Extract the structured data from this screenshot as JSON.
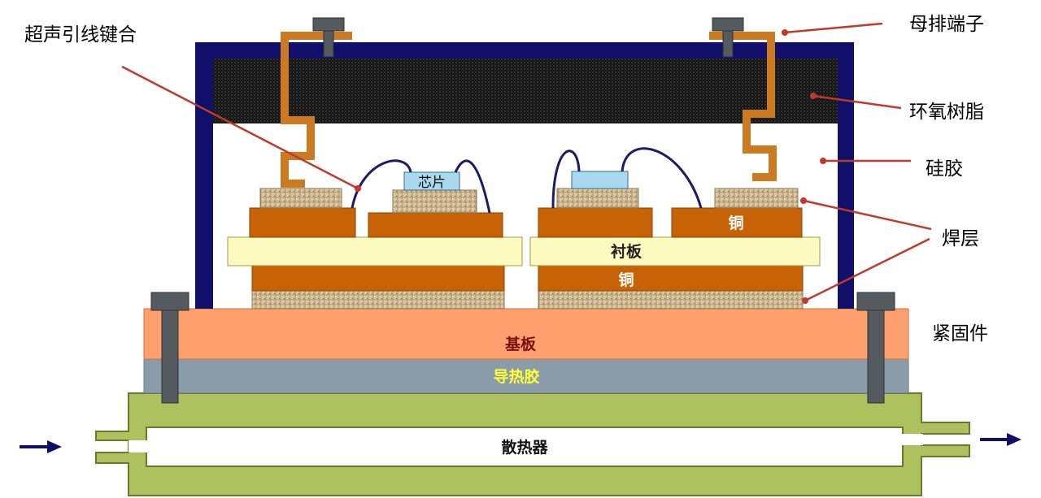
{
  "labels": {
    "ultrasonic_bonding": "超声引线键合",
    "busbar_terminal": "母排端子",
    "epoxy": "环氧树脂",
    "silicone_gel": "硅胶",
    "solder_layer": "焊层",
    "fastener": "紧固件",
    "chip": "芯片",
    "copper_top": "铜",
    "substrate": "衬板",
    "copper_bottom": "铜",
    "baseplate": "基板",
    "thermal_paste": "导热胶",
    "heatsink": "散热器"
  },
  "colors": {
    "housing": "#10106a",
    "terminal": "#cc7a22",
    "bolt": "#555a5e",
    "copper": "#c86206",
    "solder": "#d9c6a0",
    "substrate": "#fdfbbf",
    "chip": "#a9d9ee",
    "wire": "#1a1a66",
    "baseplate": "#ffa06e",
    "thermal_paste": "#8a9caa",
    "thermal_paste_text": "#ffff33",
    "heatsink": "#adc25e",
    "heatsink_outline": "#6b7a2a",
    "callout_line": "#c0392b",
    "flow_arrow": "#10106a"
  }
}
